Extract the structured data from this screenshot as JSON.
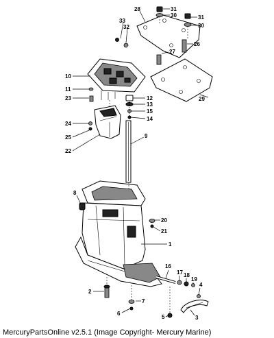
{
  "caption": "MercuryPartsOnline v2.5.1 (Image Copyright- Mercury Marine)",
  "callouts": [
    {
      "id": "c31a",
      "label": "31"
    },
    {
      "id": "c30a",
      "label": "30"
    },
    {
      "id": "c28",
      "label": "28"
    },
    {
      "id": "c31b",
      "label": "31"
    },
    {
      "id": "c30b",
      "label": "30"
    },
    {
      "id": "c33",
      "label": "33"
    },
    {
      "id": "c32",
      "label": "32"
    },
    {
      "id": "c26",
      "label": "26"
    },
    {
      "id": "c27",
      "label": "27"
    },
    {
      "id": "c10",
      "label": "10"
    },
    {
      "id": "c11",
      "label": "11"
    },
    {
      "id": "c23",
      "label": "23"
    },
    {
      "id": "c29",
      "label": "29"
    },
    {
      "id": "c12",
      "label": "12"
    },
    {
      "id": "c13",
      "label": "13"
    },
    {
      "id": "c15",
      "label": "15"
    },
    {
      "id": "c14",
      "label": "14"
    },
    {
      "id": "c24",
      "label": "24"
    },
    {
      "id": "c9",
      "label": "9"
    },
    {
      "id": "c25",
      "label": "25"
    },
    {
      "id": "c22",
      "label": "22"
    },
    {
      "id": "c8",
      "label": "8"
    },
    {
      "id": "c20",
      "label": "20"
    },
    {
      "id": "c21",
      "label": "21"
    },
    {
      "id": "c1",
      "label": "1"
    },
    {
      "id": "c16",
      "label": "16"
    },
    {
      "id": "c17",
      "label": "17"
    },
    {
      "id": "c18",
      "label": "18"
    },
    {
      "id": "c19",
      "label": "19"
    },
    {
      "id": "c4",
      "label": "4"
    },
    {
      "id": "c2",
      "label": "2"
    },
    {
      "id": "c7",
      "label": "7"
    },
    {
      "id": "c6",
      "label": "6"
    },
    {
      "id": "c5",
      "label": "5"
    },
    {
      "id": "c3",
      "label": "3"
    }
  ]
}
